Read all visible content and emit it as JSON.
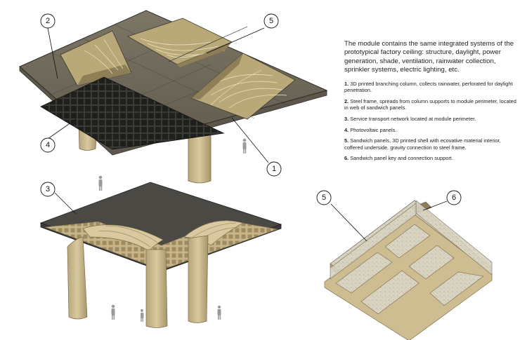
{
  "description": {
    "intro": "The module contains the same integrated systems of the prototypical factory ceiling: structure, daylight, power generation, shade, ventilation, rainwater collection, sprinkler systems, electric lighting, etc.",
    "items": [
      {
        "num": "1.",
        "text": "3D printed branching column, collects rainwater, perforated for daylight penetration."
      },
      {
        "num": "2.",
        "text": "Steel frame, spreads from column supports to module perimeter, located in web of sandwich panels."
      },
      {
        "num": "3.",
        "text": "Service transport network located at module perimeter."
      },
      {
        "num": "4.",
        "text": "Photovoltaic panels."
      },
      {
        "num": "5.",
        "text": "Sandwich panels, 3D printed shell with ecovative material interior, coffered underside. gravity connection to steel frame."
      },
      {
        "num": "6.",
        "text": "Sandwich panel key and connection support."
      }
    ]
  },
  "callouts": {
    "c1": "1",
    "c2": "2",
    "c3": "3",
    "c4": "4",
    "c5_top": "5",
    "c5_right": "5",
    "c6": "6"
  },
  "colors": {
    "tan": "#c9b88a",
    "tan_dark": "#8f7f57",
    "roof_dark": "#2e2e2b",
    "frame": "#6b6a62",
    "glass": "#a89c78"
  }
}
